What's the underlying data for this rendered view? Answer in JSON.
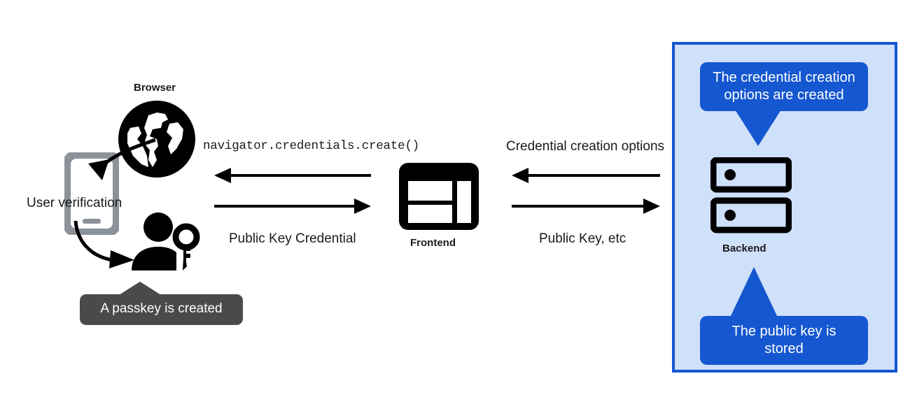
{
  "diagram": {
    "title": "WebAuthn passkey registration flow",
    "colors": {
      "panel_background": "#cfe0fb",
      "panel_border": "#1557d0",
      "callout_blue": "#1557d0",
      "tooltip_gray": "#4a4a4a",
      "phone_gray": "#8c9299",
      "icon_black": "#000000"
    }
  },
  "client": {
    "browser_label": "Browser",
    "user_verification_label": "User verification",
    "passkey_tooltip": "A passkey is created",
    "icons": {
      "globe": "globe-icon",
      "phone": "mobile-phone-icon",
      "person_key": "person-with-key-icon"
    }
  },
  "frontend": {
    "label": "Frontend",
    "icon": "browser-window-layout-icon"
  },
  "backend": {
    "label": "Backend",
    "icon": "server-rack-icon",
    "callout_top": "The credential creation options are created",
    "callout_bottom": "The public key is stored"
  },
  "arrows": {
    "left_pair": {
      "top_label": "navigator.credentials.create()",
      "bottom_label": "Public Key Credential",
      "top_direction": "left",
      "bottom_direction": "right"
    },
    "right_pair": {
      "top_label": "Credential creation options",
      "bottom_label": "Public Key, etc",
      "top_direction": "left",
      "bottom_direction": "right"
    }
  }
}
